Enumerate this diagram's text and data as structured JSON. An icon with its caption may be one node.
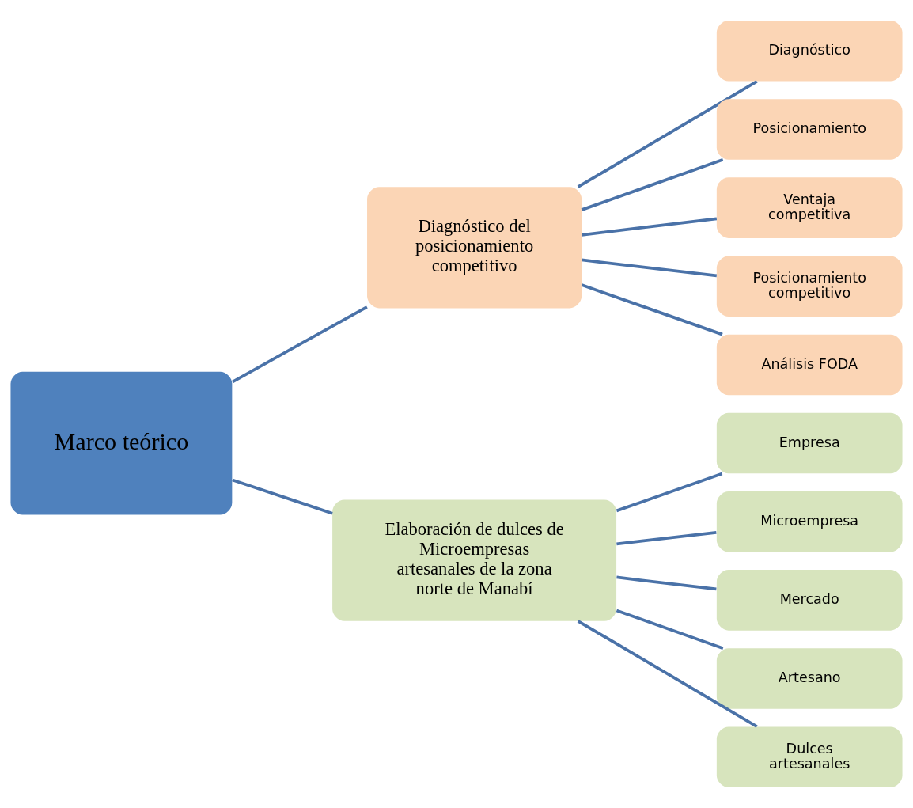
{
  "diagram": {
    "nodes": [
      {
        "text": [
          "Marco teórico"
        ]
      },
      {
        "text": [
          "Diagnóstico del posicionamiento competitivo"
        ]
      },
      {
        "text": [
          "Diagnóstico"
        ]
      },
      {
        "text": [
          "Posicionamiento"
        ]
      },
      {
        "text": [
          "Ventaja competitiva"
        ]
      },
      {
        "text": [
          "Posicionamiento competitivo"
        ]
      },
      {
        "text": [
          "Análisis FODA"
        ]
      },
      {
        "text": [
          "Elaboración de dulces de Microempresas artesanales de la zona norte de Manabí"
        ]
      },
      {
        "text": [
          "Empresa"
        ]
      },
      {
        "text": [
          "Microempresa"
        ]
      },
      {
        "text": [
          "Mercado"
        ]
      },
      {
        "text": [
          "Artesano"
        ]
      },
      {
        "text": [
          "Dulces artesanales"
        ]
      }
    ],
    "edges": [
      {
        "from": 0,
        "to": 1,
        "arrow": "none"
      },
      {
        "from": 0,
        "to": 7,
        "arrow": "none"
      },
      {
        "from": 1,
        "to": 2,
        "arrow": "none"
      },
      {
        "from": 1,
        "to": 3,
        "arrow": "none"
      },
      {
        "from": 1,
        "to": 4,
        "arrow": "none"
      },
      {
        "from": 1,
        "to": 5,
        "arrow": "none"
      },
      {
        "from": 1,
        "to": 6,
        "arrow": "none"
      },
      {
        "from": 7,
        "to": 8,
        "arrow": "none"
      },
      {
        "from": 7,
        "to": 9,
        "arrow": "none"
      },
      {
        "from": 7,
        "to": 10,
        "arrow": "none"
      },
      {
        "from": 7,
        "to": 11,
        "arrow": "none"
      },
      {
        "from": 7,
        "to": 12,
        "arrow": "none"
      }
    ]
  }
}
